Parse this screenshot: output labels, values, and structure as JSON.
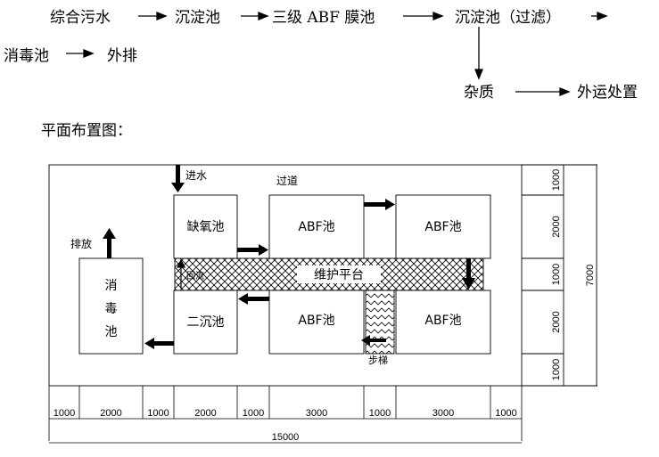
{
  "flow": {
    "step1": "综合污水",
    "step2": "沉淀池",
    "step3": "三级 ABF 膜池",
    "step4": "沉淀池（过滤）",
    "step5": "消毒池",
    "step6": "外排",
    "sludge1": "杂质",
    "sludge2": "外运处置"
  },
  "layout_title": "平面布置图：",
  "plan": {
    "inlet": "进水",
    "walkway": "过道",
    "anoxic_tank": "缺氧池",
    "abf_tank": "ABF池",
    "platform": "维护平台",
    "return_flow": "回流",
    "secondary_clarifier": "二沉池",
    "disinfection_c1": "消",
    "disinfection_c2": "毒",
    "disinfection_c3": "池",
    "discharge": "排放",
    "stairs": "步梯"
  },
  "dimensions": {
    "bottom": [
      "1000",
      "2000",
      "1000",
      "2000",
      "1000",
      "3000",
      "1000",
      "3000",
      "1000"
    ],
    "total_width": "15000",
    "right": [
      "1000",
      "2000",
      "1000",
      "2000",
      "1000"
    ],
    "total_height": "7000"
  }
}
